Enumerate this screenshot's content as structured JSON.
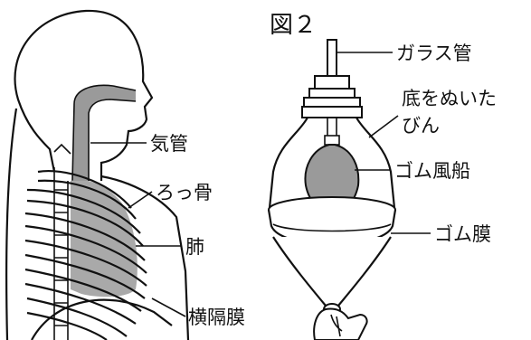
{
  "figure2": {
    "title": "図２"
  },
  "left_labels": {
    "trachea": "気管",
    "ribs": "ろっ骨",
    "lung": "肺",
    "diaphragm": "横隔膜"
  },
  "right_labels": {
    "glass_tube": "ガラス管",
    "bottle_line1": "底をぬいた",
    "bottle_line2": "びん",
    "balloon": "ゴム風船",
    "membrane": "ゴム膜"
  },
  "colors": {
    "ink": "#111111",
    "lung_gray": "#9a9a9a",
    "paper": "#ffffff"
  }
}
